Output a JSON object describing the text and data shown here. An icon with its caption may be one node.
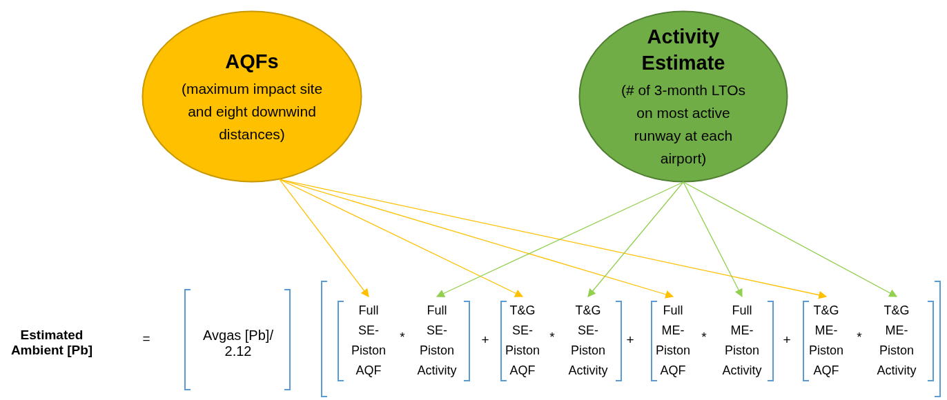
{
  "diagram": {
    "nodes": [
      {
        "text": [
          "AQFs",
          "(maximum impact site and eight downwind distances)"
        ]
      },
      {
        "text": [
          "Activity Estimate",
          "(# of 3-month LTOs on most active runway at each airport)"
        ]
      },
      {
        "text": [
          "Full SE-Piston AQF"
        ]
      },
      {
        "text": [
          "Full SE-Piston Activity"
        ]
      },
      {
        "text": [
          "T&G SE-Piston AQF"
        ]
      },
      {
        "text": [
          "T&G SE-Piston Activity"
        ]
      },
      {
        "text": [
          "Full ME-Piston AQF"
        ]
      },
      {
        "text": [
          "Full ME-Piston Activity"
        ]
      },
      {
        "text": [
          "T&G ME-Piston AQF"
        ]
      },
      {
        "text": [
          "T&G ME-Piston Activity"
        ]
      }
    ],
    "edges": [
      {
        "from": 0,
        "to": 2,
        "arrow": "to",
        "color": "#ffc000"
      },
      {
        "from": 0,
        "to": 4,
        "arrow": "to",
        "color": "#ffc000"
      },
      {
        "from": 0,
        "to": 6,
        "arrow": "to",
        "color": "#ffc000"
      },
      {
        "from": 0,
        "to": 8,
        "arrow": "to",
        "color": "#ffc000"
      },
      {
        "from": 1,
        "to": 3,
        "arrow": "to",
        "color": "#92d050"
      },
      {
        "from": 1,
        "to": 5,
        "arrow": "to",
        "color": "#92d050"
      },
      {
        "from": 1,
        "to": 7,
        "arrow": "to",
        "color": "#92d050"
      },
      {
        "from": 1,
        "to": 9,
        "arrow": "to",
        "color": "#92d050"
      }
    ],
    "labels": [
      "Estimated Ambient [Pb]",
      "=",
      "Avgas [Pb]/ 2.12",
      "*",
      "+",
      "*",
      "+",
      "*",
      "+",
      "*"
    ]
  }
}
